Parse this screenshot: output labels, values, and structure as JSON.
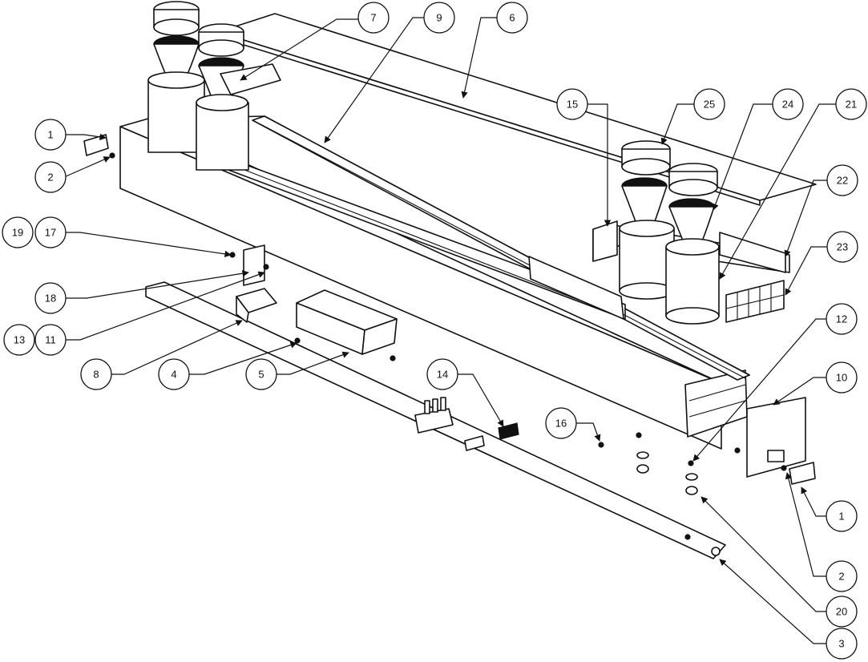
{
  "callouts": [
    {
      "id": "c7",
      "label": "7"
    },
    {
      "id": "c9",
      "label": "9"
    },
    {
      "id": "c6",
      "label": "6"
    },
    {
      "id": "c15",
      "label": "15"
    },
    {
      "id": "c25",
      "label": "25"
    },
    {
      "id": "c24",
      "label": "24"
    },
    {
      "id": "c21",
      "label": "21"
    },
    {
      "id": "c22",
      "label": "22"
    },
    {
      "id": "c23",
      "label": "23"
    },
    {
      "id": "c1a",
      "label": "1"
    },
    {
      "id": "c2a",
      "label": "2"
    },
    {
      "id": "c19",
      "label": "19"
    },
    {
      "id": "c17",
      "label": "17"
    },
    {
      "id": "c18",
      "label": "18"
    },
    {
      "id": "c13",
      "label": "13"
    },
    {
      "id": "c11",
      "label": "11"
    },
    {
      "id": "c8",
      "label": "8"
    },
    {
      "id": "c4",
      "label": "4"
    },
    {
      "id": "c5",
      "label": "5"
    },
    {
      "id": "c14",
      "label": "14"
    },
    {
      "id": "c16",
      "label": "16"
    },
    {
      "id": "c12",
      "label": "12"
    },
    {
      "id": "c10",
      "label": "10"
    },
    {
      "id": "c1b",
      "label": "1"
    },
    {
      "id": "c2b",
      "label": "2"
    },
    {
      "id": "c20",
      "label": "20"
    },
    {
      "id": "c3",
      "label": "3"
    }
  ]
}
